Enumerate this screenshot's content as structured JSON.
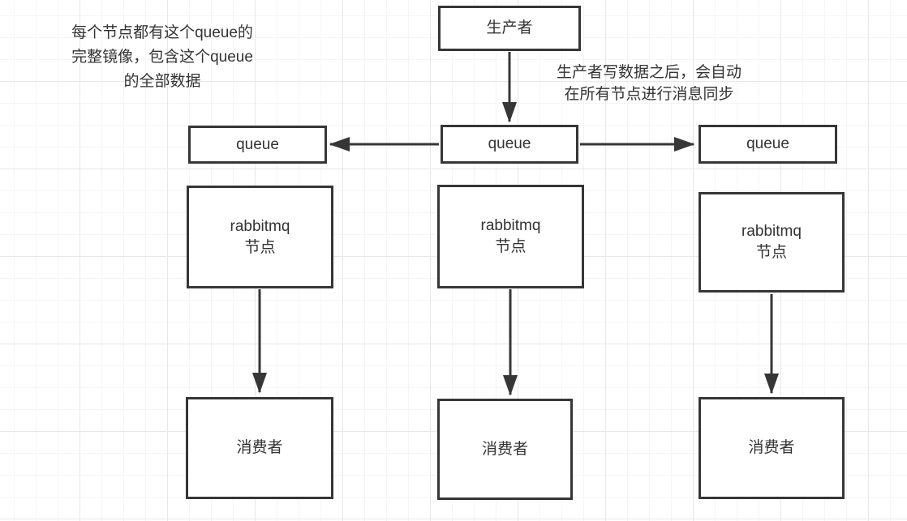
{
  "diagram": {
    "producer": {
      "label": "生产者"
    },
    "queue_nodes": [
      {
        "label": "queue"
      },
      {
        "label": "queue"
      },
      {
        "label": "queue"
      }
    ],
    "rabbitmq_nodes": [
      {
        "line1": "rabbitmq",
        "line2": "节点"
      },
      {
        "line1": "rabbitmq",
        "line2": "节点"
      },
      {
        "line1": "rabbitmq",
        "line2": "节点"
      }
    ],
    "consumer_nodes": [
      {
        "label": "消费者"
      },
      {
        "label": "消费者"
      },
      {
        "label": "消费者"
      }
    ],
    "notes": {
      "mirror": {
        "lines": [
          "每个节点都有这个queue的",
          "完整镜像，包含这个queue",
          "的全部数据"
        ]
      },
      "sync": {
        "lines": [
          "生产者写数据之后，会自动",
          "在所有节点进行消息同步"
        ]
      }
    },
    "colors": {
      "stroke": "#363636",
      "text": "#333333",
      "background": "#ffffff",
      "grid_minor": "#f5f5f5",
      "grid_major": "#e8e8e8"
    }
  }
}
